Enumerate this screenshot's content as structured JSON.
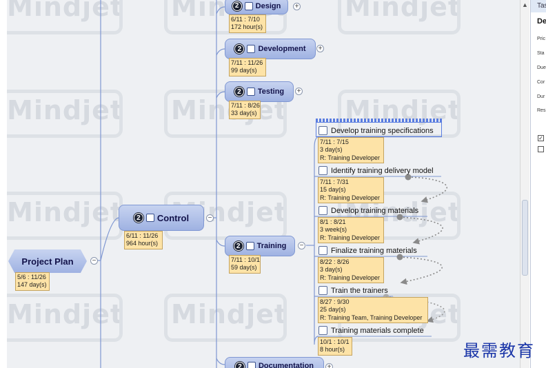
{
  "watermark_text": "Mindjet",
  "central": {
    "title": "Project Plan",
    "dates": "5/6 : 11/26",
    "duration": "147 day(s)"
  },
  "main_topic": {
    "priority": "2",
    "title": "Control",
    "dates": "6/11 : 11/26",
    "duration": "964 hour(s)"
  },
  "topics": [
    {
      "priority": "2",
      "title": "Design",
      "dates": "6/11 : 7/10",
      "duration": "172 hour(s)"
    },
    {
      "priority": "2",
      "title": "Development",
      "dates": "7/11 : 11/26",
      "duration": "99 day(s)"
    },
    {
      "priority": "2",
      "title": "Testing",
      "dates": "7/11 : 8/26",
      "duration": "33 day(s)"
    },
    {
      "priority": "2",
      "title": "Training",
      "dates": "7/11 : 10/1",
      "duration": "59 day(s)"
    },
    {
      "priority": "2",
      "title": "Documentation"
    }
  ],
  "subtopics": [
    {
      "title": "Develop training specifications",
      "dates": "7/11 : 7/15",
      "duration": "3 day(s)",
      "resource": "R: Training Developer"
    },
    {
      "title": "Identify training delivery model",
      "dates": "7/11 : 7/31",
      "duration": "15 day(s)",
      "resource": "R: Training Developer"
    },
    {
      "title": "Develop training materials",
      "dates": "8/1 : 8/21",
      "duration": "3 week(s)",
      "resource": "R: Training Developer"
    },
    {
      "title": "Finalize training materials",
      "dates": "8/22 : 8/26",
      "duration": "3 day(s)",
      "resource": "R: Training Developer"
    },
    {
      "title": "Train the trainers",
      "dates": "8/27 : 9/30",
      "duration": "25 day(s)",
      "resource": "R: Training Team, Training Developer"
    },
    {
      "title": "Training materials complete",
      "dates": "10/1 : 10/1",
      "duration": "8 hour(s)"
    }
  ],
  "panel": {
    "tab": "Tas",
    "heading": "De",
    "labels": [
      "Pric",
      "Sta",
      "Due",
      "Cor",
      "Dur",
      "Res"
    ],
    "check_mark": "✓"
  },
  "toggles": {
    "minus": "−",
    "plus": "+"
  },
  "scrollbar": {
    "up_arrow": "▲"
  },
  "corner_watermark": "最需教育",
  "colors": {
    "topic_fill": "#aebfe8",
    "topic_border": "#7f97d2",
    "note_fill": "#fde3a7",
    "connector": "#7f97d2",
    "dependency": "#8a8a8a"
  }
}
